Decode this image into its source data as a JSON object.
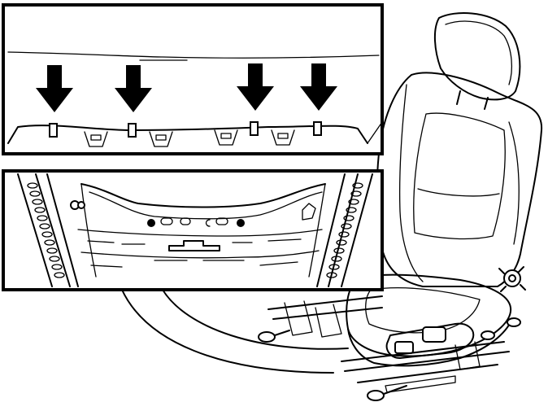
{
  "figure": {
    "subject": "seat-removal-illustration",
    "inset_panels": 2,
    "arrow_count": 4,
    "colors": {
      "line": "#000000",
      "background": "#ffffff"
    },
    "icons": [
      "down-arrow-icon",
      "seat-icon",
      "clip-icon"
    ]
  }
}
